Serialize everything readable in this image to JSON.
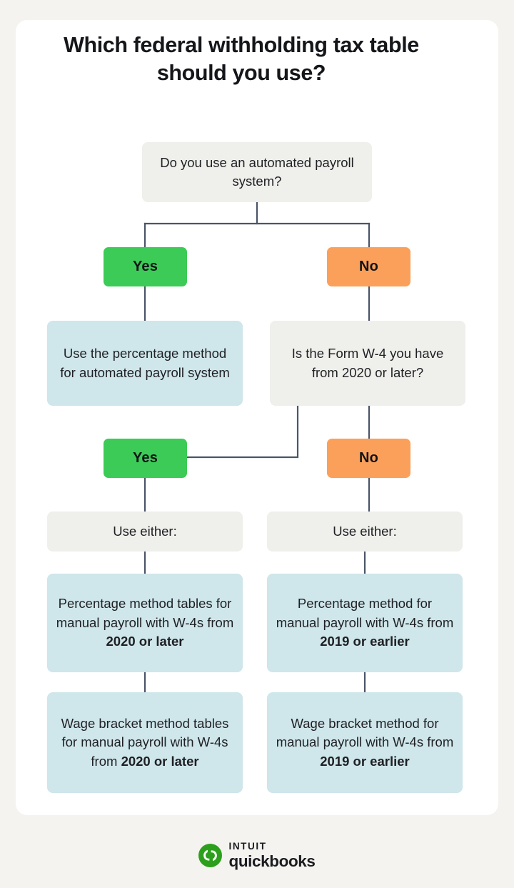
{
  "page": {
    "background": "#F4F3EF",
    "card_background": "#FFFFFF",
    "title": "Which federal withholding tax table should you use?"
  },
  "colors": {
    "yes_green": "#3CCB56",
    "no_orange": "#FBA05B",
    "answer_blue": "#CFE6EA",
    "question_grey": "#EFEFEB",
    "connector": "#4A5568",
    "text": "#1E2024"
  },
  "flow": {
    "root_question": "Do you use an automated payroll system?",
    "branch_yes_label": "Yes",
    "branch_no_label": "No",
    "yes_outcome": "Use the percentage method for automated payroll system",
    "no_question": "Is the Form W-4 you have from 2020 or later?",
    "second_yes_label": "Yes",
    "second_no_label": "No",
    "use_either_left": "Use either:",
    "use_either_right": "Use either:",
    "left_option_1": {
      "plain": "Percentage method tables for manual payroll with W-4s from ",
      "bold": "2020 or later"
    },
    "left_option_2": {
      "plain": "Wage bracket method tables for manual payroll with W-4s from ",
      "bold": "2020 or later"
    },
    "right_option_1": {
      "plain": "Percentage method for manual payroll with W-4s from ",
      "bold": "2019 or earlier"
    },
    "right_option_2": {
      "plain": "Wage bracket method for manual payroll with W-4s from ",
      "bold": "2019 or earlier"
    }
  },
  "footer": {
    "brand_top": "INTUIT",
    "brand_bottom": "quickbooks",
    "mark_letters": "qb",
    "mark_color": "#2CA01C"
  }
}
